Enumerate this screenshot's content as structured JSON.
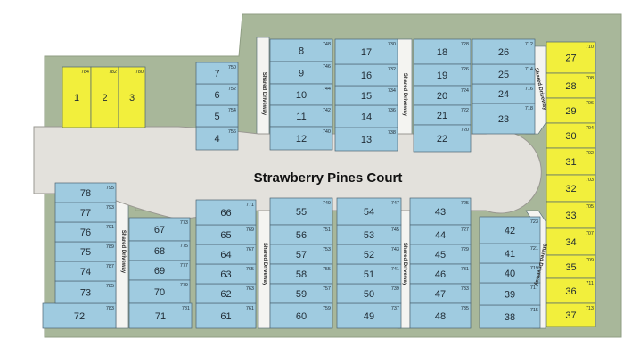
{
  "street_name": "Strawberry Pines Court",
  "driveway_label": "Shared Driveway",
  "colors": {
    "ground": "#a8b79a",
    "ground_edge": "#8f9e83",
    "road": "#e3e1dc",
    "road_edge": "#9a9892",
    "lot_available": "#9fcbe0",
    "lot_highlight": "#f2ef3c",
    "lot_edge": "#4d6472",
    "driveway": "#f4f4f1"
  },
  "legend_note": "Yellow lots: 1, 2, 3 and 27-37; blue lots: all others",
  "lots": [
    {
      "n": "1",
      "addr": "784",
      "hl": true
    },
    {
      "n": "2",
      "addr": "782",
      "hl": true
    },
    {
      "n": "3",
      "addr": "780",
      "hl": true
    },
    {
      "n": "4",
      "addr": "756",
      "hl": false
    },
    {
      "n": "5",
      "addr": "754",
      "hl": false
    },
    {
      "n": "6",
      "addr": "752",
      "hl": false
    },
    {
      "n": "7",
      "addr": "750",
      "hl": false
    },
    {
      "n": "8",
      "addr": "748",
      "hl": false
    },
    {
      "n": "9",
      "addr": "746",
      "hl": false
    },
    {
      "n": "10",
      "addr": "744",
      "hl": false
    },
    {
      "n": "11",
      "addr": "742",
      "hl": false
    },
    {
      "n": "12",
      "addr": "740",
      "hl": false
    },
    {
      "n": "13",
      "addr": "738",
      "hl": false
    },
    {
      "n": "14",
      "addr": "736",
      "hl": false
    },
    {
      "n": "15",
      "addr": "734",
      "hl": false
    },
    {
      "n": "16",
      "addr": "732",
      "hl": false
    },
    {
      "n": "17",
      "addr": "730",
      "hl": false
    },
    {
      "n": "18",
      "addr": "728",
      "hl": false
    },
    {
      "n": "19",
      "addr": "726",
      "hl": false
    },
    {
      "n": "20",
      "addr": "724",
      "hl": false
    },
    {
      "n": "21",
      "addr": "722",
      "hl": false
    },
    {
      "n": "22",
      "addr": "720",
      "hl": false
    },
    {
      "n": "23",
      "addr": "718",
      "hl": false
    },
    {
      "n": "24",
      "addr": "716",
      "hl": false
    },
    {
      "n": "25",
      "addr": "714",
      "hl": false
    },
    {
      "n": "26",
      "addr": "712",
      "hl": false
    },
    {
      "n": "27",
      "addr": "710",
      "hl": true
    },
    {
      "n": "28",
      "addr": "708",
      "hl": true
    },
    {
      "n": "29",
      "addr": "706",
      "hl": true
    },
    {
      "n": "30",
      "addr": "704",
      "hl": true
    },
    {
      "n": "31",
      "addr": "702",
      "hl": true
    },
    {
      "n": "32",
      "addr": "703",
      "hl": true
    },
    {
      "n": "33",
      "addr": "705",
      "hl": true
    },
    {
      "n": "34",
      "addr": "707",
      "hl": true
    },
    {
      "n": "35",
      "addr": "709",
      "hl": true
    },
    {
      "n": "36",
      "addr": "711",
      "hl": true
    },
    {
      "n": "37",
      "addr": "713",
      "hl": true
    },
    {
      "n": "38",
      "addr": "715",
      "hl": false
    },
    {
      "n": "39",
      "addr": "717",
      "hl": false
    },
    {
      "n": "40",
      "addr": "719",
      "hl": false
    },
    {
      "n": "41",
      "addr": "721",
      "hl": false
    },
    {
      "n": "42",
      "addr": "723",
      "hl": false
    },
    {
      "n": "43",
      "addr": "725",
      "hl": false
    },
    {
      "n": "44",
      "addr": "727",
      "hl": false
    },
    {
      "n": "45",
      "addr": "729",
      "hl": false
    },
    {
      "n": "46",
      "addr": "731",
      "hl": false
    },
    {
      "n": "47",
      "addr": "733",
      "hl": false
    },
    {
      "n": "48",
      "addr": "735",
      "hl": false
    },
    {
      "n": "49",
      "addr": "737",
      "hl": false
    },
    {
      "n": "50",
      "addr": "739",
      "hl": false
    },
    {
      "n": "51",
      "addr": "741",
      "hl": false
    },
    {
      "n": "52",
      "addr": "743",
      "hl": false
    },
    {
      "n": "53",
      "addr": "745",
      "hl": false
    },
    {
      "n": "54",
      "addr": "747",
      "hl": false
    },
    {
      "n": "55",
      "addr": "749",
      "hl": false
    },
    {
      "n": "56",
      "addr": "751",
      "hl": false
    },
    {
      "n": "57",
      "addr": "753",
      "hl": false
    },
    {
      "n": "58",
      "addr": "755",
      "hl": false
    },
    {
      "n": "59",
      "addr": "757",
      "hl": false
    },
    {
      "n": "60",
      "addr": "759",
      "hl": false
    },
    {
      "n": "61",
      "addr": "761",
      "hl": false
    },
    {
      "n": "62",
      "addr": "763",
      "hl": false
    },
    {
      "n": "63",
      "addr": "765",
      "hl": false
    },
    {
      "n": "64",
      "addr": "767",
      "hl": false
    },
    {
      "n": "65",
      "addr": "769",
      "hl": false
    },
    {
      "n": "66",
      "addr": "771",
      "hl": false
    },
    {
      "n": "67",
      "addr": "773",
      "hl": false
    },
    {
      "n": "68",
      "addr": "775",
      "hl": false
    },
    {
      "n": "69",
      "addr": "777",
      "hl": false
    },
    {
      "n": "70",
      "addr": "779",
      "hl": false
    },
    {
      "n": "71",
      "addr": "781",
      "hl": false
    },
    {
      "n": "72",
      "addr": "783",
      "hl": false
    },
    {
      "n": "73",
      "addr": "785",
      "hl": false
    },
    {
      "n": "74",
      "addr": "787",
      "hl": false
    },
    {
      "n": "75",
      "addr": "789",
      "hl": false
    },
    {
      "n": "76",
      "addr": "791",
      "hl": false
    },
    {
      "n": "77",
      "addr": "793",
      "hl": false
    },
    {
      "n": "78",
      "addr": "795",
      "hl": false
    }
  ]
}
